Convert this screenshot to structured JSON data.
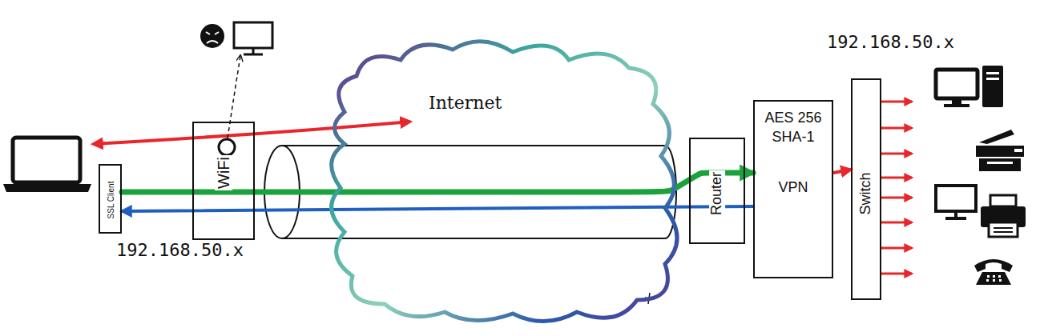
{
  "diagram": {
    "nodes": [
      {
        "text": [
          "SSL Client"
        ]
      },
      {
        "text": [
          "WiFi"
        ]
      },
      {
        "text": [
          "Internet"
        ]
      },
      {
        "text": [
          "Router"
        ]
      },
      {
        "text": [
          "AES 256 SHA-1",
          "VPN"
        ]
      },
      {
        "text": [
          "Switch"
        ]
      }
    ],
    "edges": [
      {
        "from": 0,
        "to": 4,
        "arrow": "to"
      },
      {
        "from": 4,
        "to": 0,
        "arrow": "to"
      },
      {
        "from": 4,
        "to": 5,
        "arrow": "to"
      }
    ],
    "labels": [
      "192.168.50.x",
      "192.168.50.x"
    ]
  }
}
